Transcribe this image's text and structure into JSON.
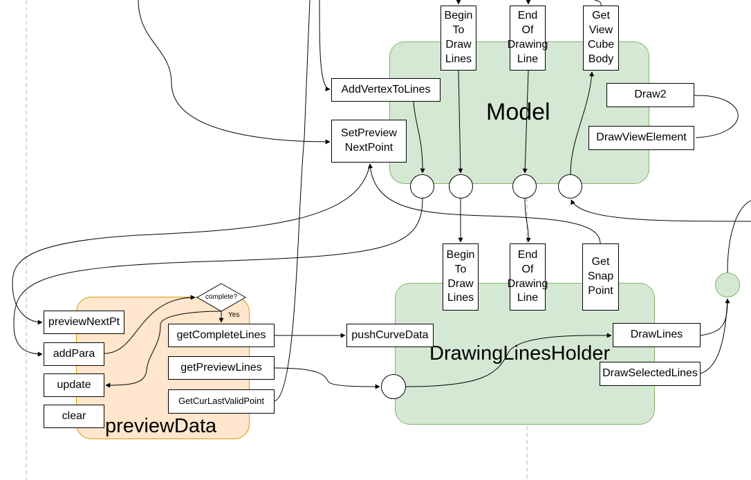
{
  "regions": {
    "model": "Model",
    "holder": "DrawingLinesHolder",
    "preview": "previewData"
  },
  "nodes": {
    "begin_top": "Begin\nTo\nDraw\nLines",
    "end_top": "End\nOf\nDrawing\nLine",
    "get_view_cube": "Get\nView\nCube\nBody",
    "add_vertex": "AddVertexToLines",
    "set_preview": "SetPreview\nNextPoint",
    "draw2": "Draw2",
    "draw_view_element": "DrawViewElement",
    "begin_bottom": "Begin\nTo\nDraw\nLines",
    "end_bottom": "End\nOf\nDrawing\nLine",
    "get_snap": "Get\nSnap\nPoint",
    "preview_next_pt": "previewNextPt",
    "add_para": "addPara",
    "update": "update",
    "clear": "clear",
    "get_complete": "getCompleteLines",
    "get_preview": "getPreviewLines",
    "get_cur_last": "GetCurLastValidPoint",
    "push_curve": "pushCurveData",
    "draw_lines": "DrawLines",
    "draw_selected": "DrawSelectedLines"
  },
  "decision": {
    "question": "complete?",
    "yes_label": "Yes"
  },
  "colors": {
    "green_fill": "#d5e8d4",
    "green_stroke": "#82b366",
    "orange_fill": "#ffe6cc",
    "orange_stroke": "#d79b00",
    "guide": "#b3b3b3"
  }
}
